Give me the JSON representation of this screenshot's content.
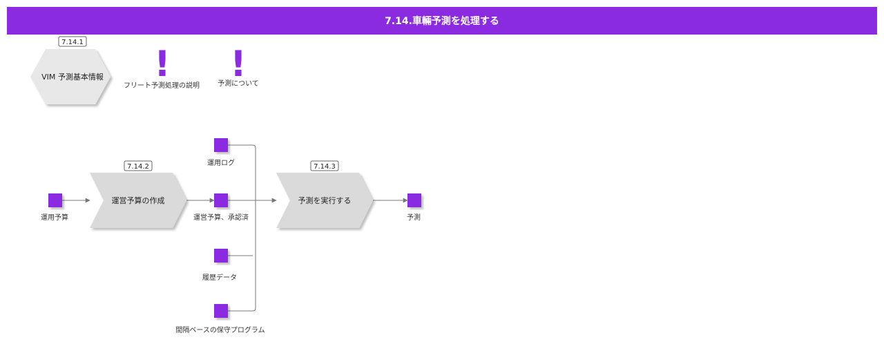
{
  "title": "7.14.車輛予測を処理する",
  "top_process": {
    "id": "7.14.1",
    "label": "VIM 予測基本情報"
  },
  "notes": [
    {
      "label": "フリート予測処理の説明"
    },
    {
      "label": "予測について"
    }
  ],
  "steps": [
    {
      "id": "7.14.2",
      "label": "運営予算の作成"
    },
    {
      "id": "7.14.3",
      "label": "予測を実行する"
    }
  ],
  "objects": {
    "input_budget": "運用予算",
    "operation_log": "運用ログ",
    "approved_budget": "運営予算、承認済",
    "history_data": "履歴データ",
    "maintenance_program": "間隔ベースの保守プログラム",
    "forecast": "予測"
  },
  "colors": {
    "accent": "#8a2be2",
    "shape_fill": "#dadada",
    "connector": "#777777"
  }
}
